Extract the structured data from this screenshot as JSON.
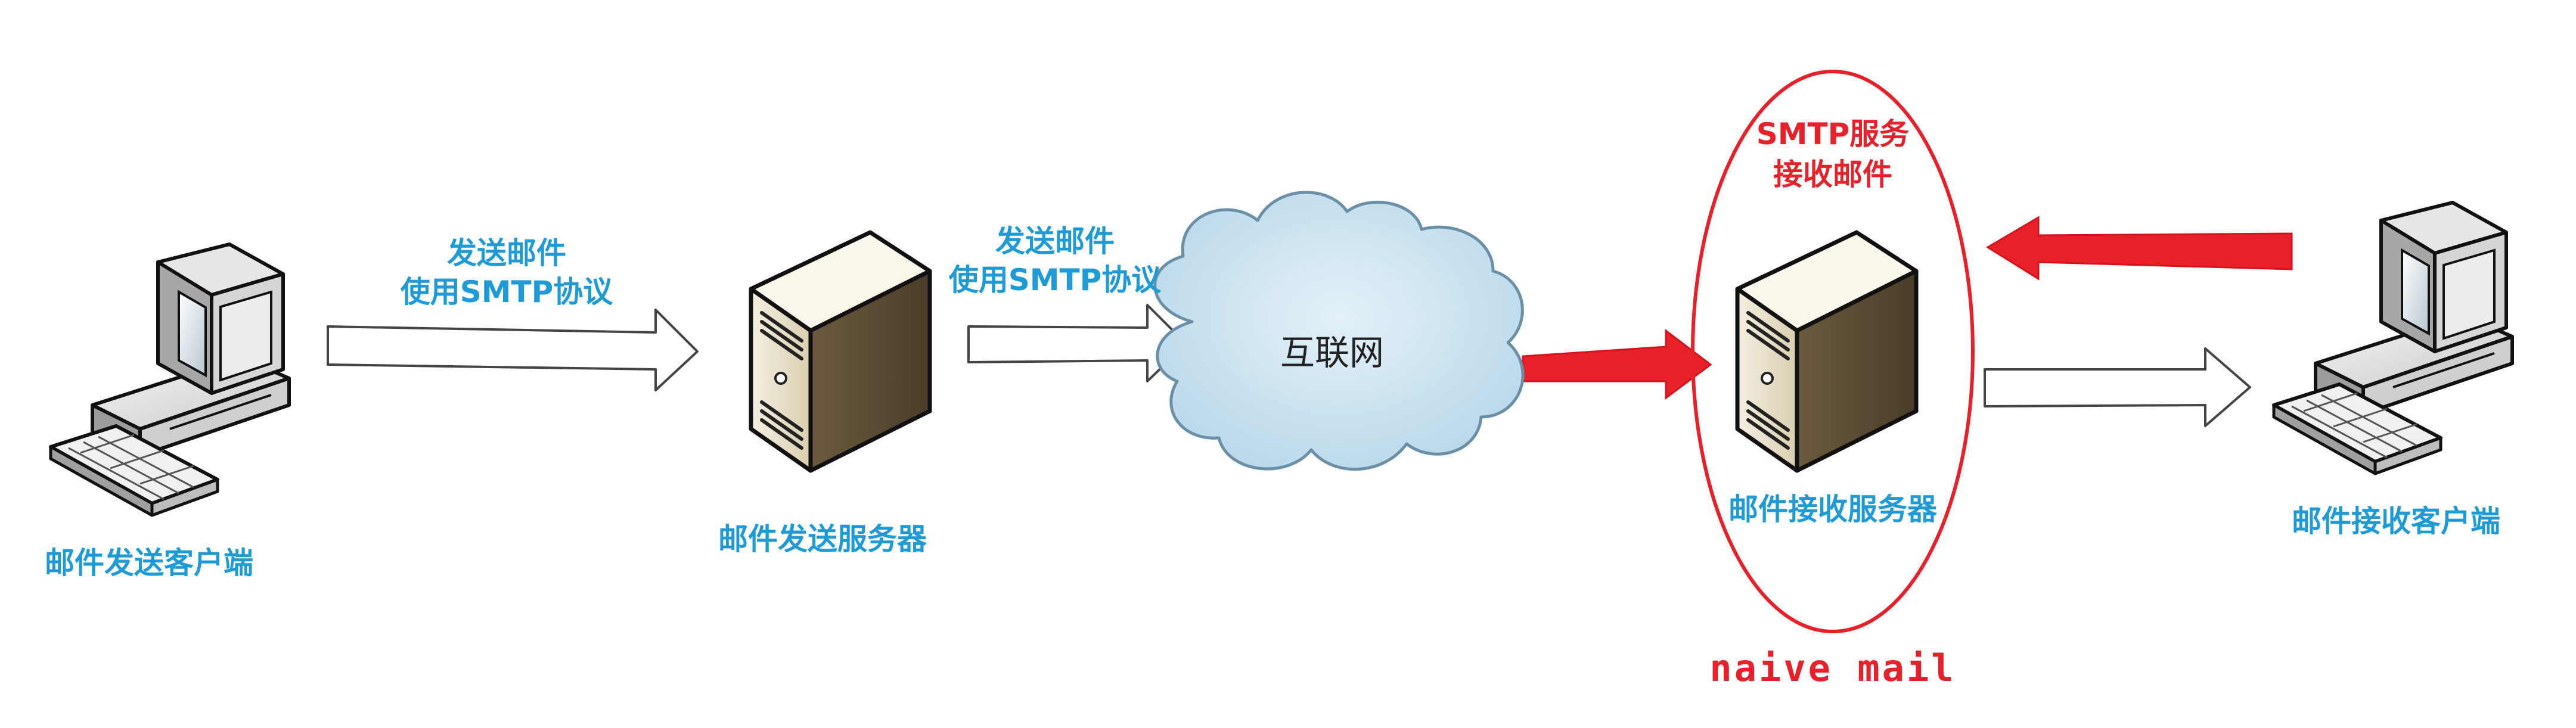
{
  "nodes": {
    "sender_client": "邮件发送客户端",
    "send_server": "邮件发送服务器",
    "internet": "互联网",
    "recv_server": "邮件接收服务器",
    "recv_client": "邮件接收客户端"
  },
  "edges": {
    "client_to_server": [
      "发送邮件",
      "使用SMTP协议"
    ],
    "server_to_internet": [
      "发送邮件",
      "使用SMTP协议"
    ]
  },
  "highlight": {
    "service_lines": [
      "SMTP服务",
      "接收邮件"
    ],
    "caption": "naive mail",
    "color": "#e8202a"
  },
  "colors": {
    "label_blue": "#1e9ad6",
    "cloud_fill": "#cfe6f3",
    "cloud_stroke": "#6a8fa6",
    "server_body": "#e9e0c8"
  },
  "icons": {
    "client": "desktop-computer-icon",
    "server": "tower-server-icon",
    "cloud": "cloud-icon"
  }
}
